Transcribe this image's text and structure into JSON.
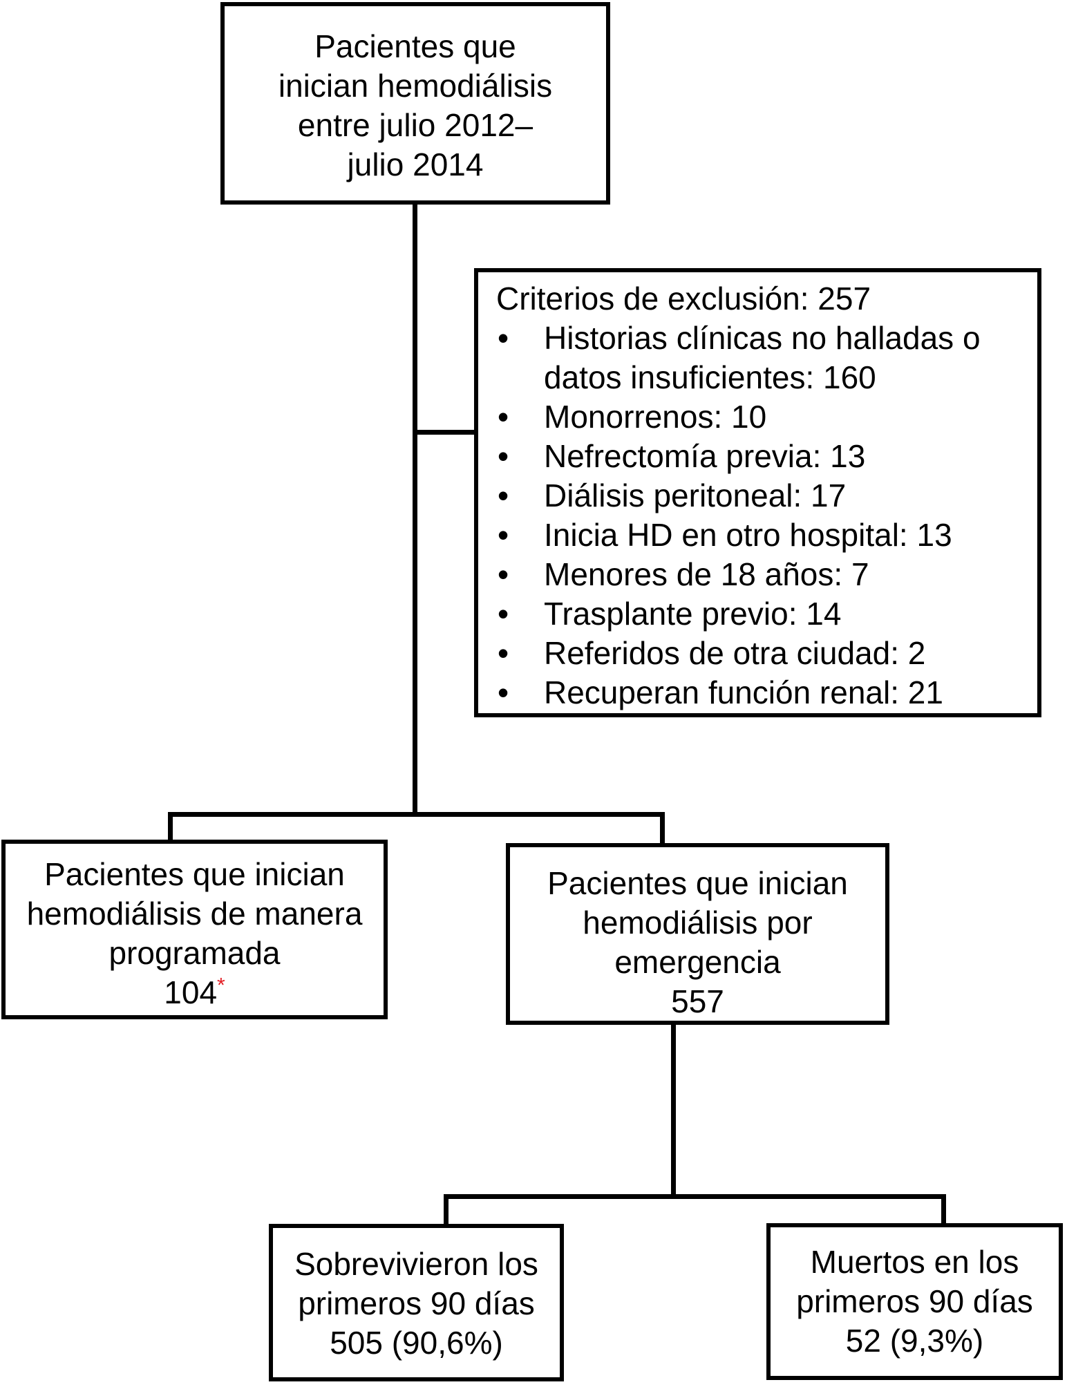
{
  "diagram": {
    "colors": {
      "line": "#000000",
      "text": "#000000",
      "background": "#ffffff",
      "footnote_marker": "#e31e24"
    },
    "top_box": {
      "text": "Pacientes que\ninician hemodiálisis\nentre julio 2012–\njulio 2014"
    },
    "exclusion_box": {
      "title": "Criterios de exclusión: 257",
      "bullet_glyph": "•",
      "items": [
        "Historias clínicas no halladas o\ndatos insuficientes: 160",
        "Monorrenos: 10",
        "Nefrectomía previa: 13",
        "Diálisis peritoneal: 17",
        "Inicia HD en otro hospital: 13",
        "Menores de 18 años: 7",
        "Trasplante previo: 14",
        "Referidos de otra ciudad: 2",
        "Recuperan función renal: 21"
      ]
    },
    "programada_box": {
      "text": "Pacientes que inician\nhemodiálisis de manera\nprogramada",
      "value": "104",
      "footnote_marker": "*"
    },
    "emergencia_box": {
      "text": "Pacientes que inician\nhemodiálisis por\nemergencia",
      "value": "557"
    },
    "survived_box": {
      "text": "Sobrevivieron los\nprimeros 90 días",
      "value": "505 (90,6%)"
    },
    "died_box": {
      "text": "Muertos en los\nprimeros 90 días",
      "value": "52 (9,3%)"
    }
  }
}
